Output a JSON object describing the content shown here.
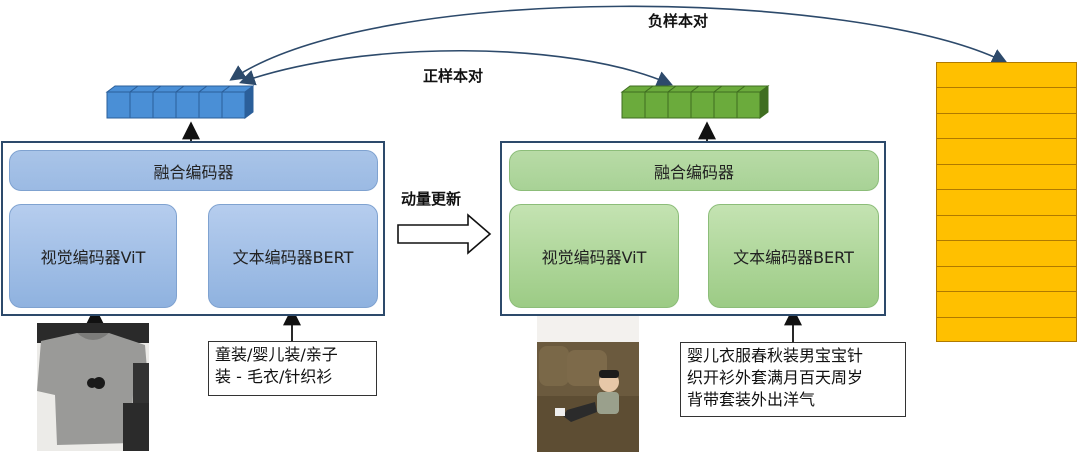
{
  "labels": {
    "negative_pair": "负样本对",
    "positive_pair": "正样本对",
    "momentum_update": "动量更新"
  },
  "left_model": {
    "fusion_encoder": "融合编码器",
    "visual_encoder": "视觉编码器ViT",
    "text_encoder": "文本编码器BERT",
    "input_text_lines": [
      "童装/婴儿装/亲子",
      "装 - 毛衣/针织衫"
    ]
  },
  "right_model": {
    "fusion_encoder": "融合编码器",
    "visual_encoder": "视觉编码器ViT",
    "text_encoder": "文本编码器BERT",
    "input_text_lines": [
      "婴儿衣服春秋装男宝宝针",
      "织开衫外套满月百天周岁",
      "背带套装外出洋气"
    ]
  },
  "colors": {
    "left_embedding": "#4a8fd6",
    "right_embedding": "#6bab3c",
    "queue": "#ffc000",
    "panel_border": "#2d4a6b",
    "arrow": "#2d4a6b"
  },
  "embedding_cells": 6,
  "queue_cells": 11
}
